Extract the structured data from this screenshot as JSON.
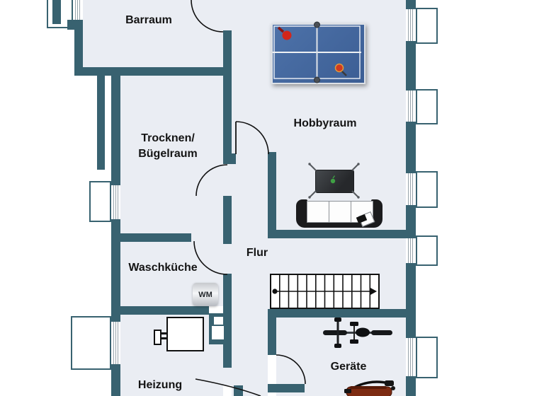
{
  "rooms": {
    "barraum": {
      "label": "Barraum"
    },
    "trocknen_buegelraum": {
      "line1": "Trocknen/",
      "line2": "Bügelraum"
    },
    "hobbyraum": {
      "label": "Hobbyraum"
    },
    "waschkueche": {
      "label": "Waschküche"
    },
    "flur": {
      "label": "Flur"
    },
    "heizung": {
      "label": "Heizung"
    },
    "geraete": {
      "label": "Geräte"
    }
  },
  "appliances": {
    "washing_machine_label": "WM"
  },
  "furniture_icons": [
    "ping-pong-table-icon",
    "tv-icon",
    "sofa-icon",
    "stairs-icon",
    "bicycle-icon",
    "lawn-mower-icon",
    "boiler-icon",
    "washing-machine-icon",
    "chimney-icon"
  ],
  "stairs": {
    "steps": 12,
    "direction_arrow": "right"
  },
  "windows": {
    "right_wall_count": 5,
    "left_wall_count": 3
  },
  "doors": {
    "arc_count": 6
  },
  "colors": {
    "wall": "#386270",
    "floor": "#eaedf3",
    "table_blue": "#44679e",
    "paddle_red": "#d22b1a",
    "background": "#ffffff"
  }
}
